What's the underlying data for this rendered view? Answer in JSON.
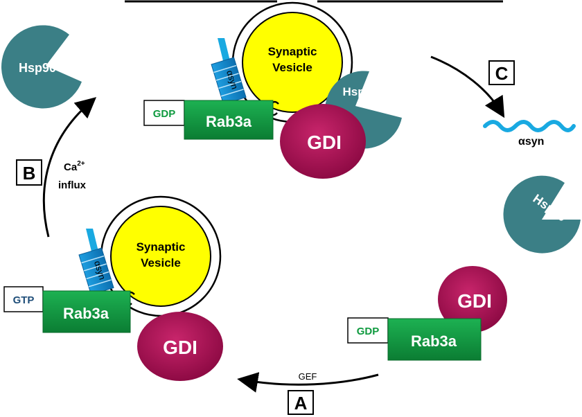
{
  "vesicle": {
    "line1": "Synaptic",
    "line2": "Vesicle"
  },
  "labels": {
    "step_a": "A",
    "step_b": "B",
    "step_c": "C",
    "gef": "GEF",
    "ca_base": "Ca",
    "ca_sup": "2+",
    "influx": "influx",
    "hsp90": "Hsp90",
    "gdi": "GDI",
    "rab3a": "Rab3a",
    "gdp": "GDP",
    "gtp": "GTP",
    "asyn": "αsyn"
  },
  "colors": {
    "vesicle_fill": "#ffff00",
    "hsp90": "#3b7f86",
    "gdi": "#a60a4f",
    "rab3a": "#0f9a3f",
    "gdp_text": "#0f9a3f",
    "gtp_text": "#1f4e79",
    "asyn": "#19a9e1"
  }
}
